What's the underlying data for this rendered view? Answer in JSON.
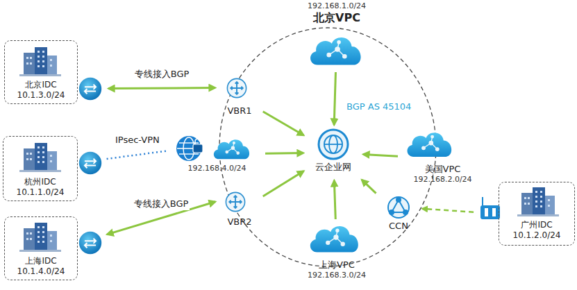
{
  "diagram": {
    "nodes": [
      {
        "text": [
          "192.168.1.0/24",
          "北京VPC"
        ]
      },
      {
        "text": [
          "北京IDC",
          "10.1.3.0/24"
        ]
      },
      {
        "text": [
          "VBR1"
        ]
      },
      {
        "text": [
          "杭州IDC",
          "10.1.1.0/24"
        ]
      },
      {
        "text": [
          "192.168.4.0/24"
        ]
      },
      {
        "text": [
          "云企业网"
        ]
      },
      {
        "text": [
          "美国VPC",
          "192.168.2.0/24"
        ]
      },
      {
        "text": [
          "上海IDC",
          "10.1.4.0/24"
        ]
      },
      {
        "text": [
          "VBR2"
        ]
      },
      {
        "text": [
          "CCN"
        ]
      },
      {
        "text": [
          "广州IDC",
          "10.1.2.0/24"
        ]
      },
      {
        "text": [
          "上海VPC",
          "192.168.3.0/24"
        ]
      }
    ],
    "edges": [
      {
        "from": 1,
        "to": 2,
        "arrow": "both",
        "label": "专线接入BGP"
      },
      {
        "from": 2,
        "to": 5,
        "arrow": "to"
      },
      {
        "from": 3,
        "to": 4,
        "arrow": "none",
        "label": "IPsec-VPN"
      },
      {
        "from": 4,
        "to": 5,
        "arrow": "to"
      },
      {
        "from": 0,
        "to": 5,
        "arrow": "to"
      },
      {
        "from": 6,
        "to": 5,
        "arrow": "to"
      },
      {
        "from": 7,
        "to": 8,
        "arrow": "both",
        "label": "专线接入BGP"
      },
      {
        "from": 8,
        "to": 5,
        "arrow": "to"
      },
      {
        "from": 11,
        "to": 5,
        "arrow": "to"
      },
      {
        "from": 9,
        "to": 5,
        "arrow": "to"
      },
      {
        "from": 10,
        "to": 9,
        "arrow": "to"
      }
    ],
    "labels": [
      "BGP AS 45104"
    ]
  }
}
